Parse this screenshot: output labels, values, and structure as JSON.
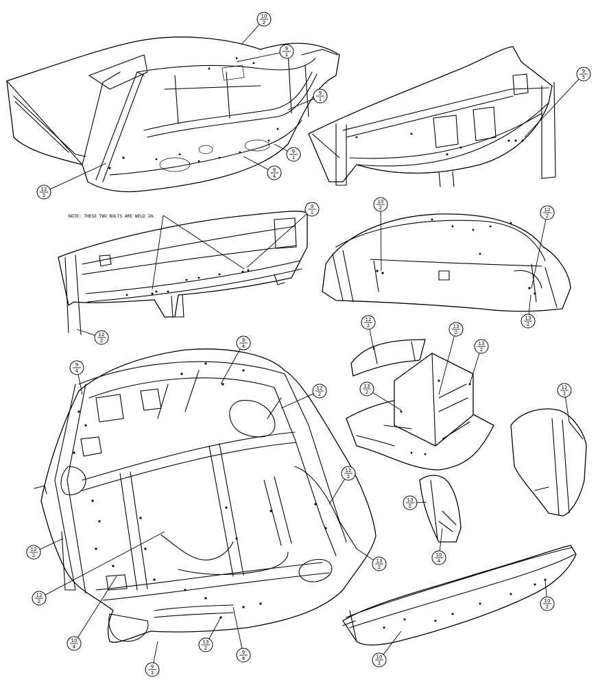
{
  "note": "NOTE: THESE TWO BOLTS ARE WELD IN.",
  "callouts": [
    {
      "id": "c1",
      "top": "10",
      "bottom": "2"
    },
    {
      "id": "c2",
      "top": "9",
      "bottom": "1"
    },
    {
      "id": "c3",
      "top": "9",
      "bottom": "1"
    },
    {
      "id": "c4",
      "top": "9",
      "bottom": "1"
    },
    {
      "id": "c5",
      "top": "9",
      "bottom": "4"
    },
    {
      "id": "c6",
      "top": "12",
      "bottom": "2"
    },
    {
      "id": "c7",
      "top": "9",
      "bottom": "5"
    },
    {
      "id": "c8",
      "top": "9",
      "bottom": "1"
    },
    {
      "id": "c9",
      "top": "12",
      "bottom": "2"
    },
    {
      "id": "c10",
      "top": "10",
      "bottom": "2"
    },
    {
      "id": "c11",
      "top": "12",
      "bottom": "2"
    },
    {
      "id": "c12",
      "top": "13",
      "bottom": "2"
    },
    {
      "id": "c13",
      "top": "12",
      "bottom": "2"
    },
    {
      "id": "c14",
      "top": "13",
      "bottom": "2"
    },
    {
      "id": "c15",
      "top": "13",
      "bottom": "2"
    },
    {
      "id": "c16",
      "top": "13",
      "bottom": "2"
    },
    {
      "id": "c17",
      "top": "9",
      "bottom": "4"
    },
    {
      "id": "c18",
      "top": "9",
      "bottom": "4"
    },
    {
      "id": "c19",
      "top": "12",
      "bottom": "2"
    },
    {
      "id": "c20",
      "top": "12",
      "bottom": "2"
    },
    {
      "id": "c21",
      "top": "12",
      "bottom": "2"
    },
    {
      "id": "c22",
      "top": "12",
      "bottom": "2"
    },
    {
      "id": "c23",
      "top": "12",
      "bottom": "2"
    },
    {
      "id": "c24",
      "top": "13",
      "bottom": "2"
    },
    {
      "id": "c25",
      "top": "13",
      "bottom": "2"
    },
    {
      "id": "c26",
      "top": "10",
      "bottom": "4"
    },
    {
      "id": "c27",
      "top": "10",
      "bottom": "4"
    },
    {
      "id": "c28",
      "top": "13",
      "bottom": "2"
    },
    {
      "id": "c29",
      "top": "9",
      "bottom": "4"
    },
    {
      "id": "c30",
      "top": "9",
      "bottom": "3"
    },
    {
      "id": "c31",
      "top": "10",
      "bottom": "2"
    },
    {
      "id": "c32",
      "top": "10",
      "bottom": "2"
    }
  ]
}
